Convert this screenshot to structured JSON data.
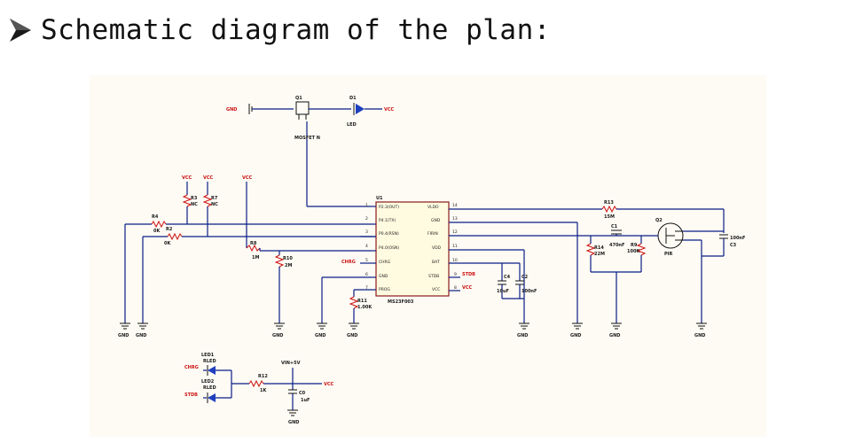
{
  "heading": {
    "title": "Schematic diagram of the plan:",
    "bullet_icon": "arrow-bullet-icon"
  },
  "schematic": {
    "ic": {
      "ref": "U1",
      "part": "MS23F003",
      "left_pins": [
        "P2.3(OUT)",
        "P4.1(TX)",
        "P0.4(RSN)",
        "P4.0(OSN)",
        "CHRG",
        "GND",
        "PROG"
      ],
      "left_pin_numbers": [
        "1",
        "2",
        "3",
        "4",
        "5",
        "6",
        "7"
      ],
      "right_pins": [
        "VLDO",
        "GND",
        "FIRIN",
        "VDD",
        "BAT",
        "STDB",
        "VCC"
      ],
      "right_pin_numbers": [
        "14",
        "13",
        "12",
        "11",
        "10",
        "9",
        "8"
      ]
    },
    "labels": {
      "q1": "Q1",
      "q1_part": "MOSFET N",
      "d1": "D1",
      "d1_part": "LED",
      "gnd_top": "GND",
      "vcc": "VCC",
      "r4": "R4",
      "r4_val": "0K",
      "r2": "R2",
      "r2_val": "0K",
      "r3": "R3",
      "r3_val": "NC",
      "r7": "R7",
      "r7_val": "NC",
      "r8": "R8",
      "r8_val": "1M",
      "r10": "R10",
      "r10_val": "2M",
      "r11": "R11",
      "r11_val": "1.00K",
      "r13": "R13",
      "r13_val": "15M",
      "r14": "R14",
      "r14_val": "22M",
      "r9": "R9",
      "r9_val": "100K",
      "c1": "C1",
      "c1_val": "470nF",
      "c4": "C4",
      "c4_val": "10uF",
      "c2": "C2",
      "c2_val": "100nF",
      "c3": "C3",
      "c3_val": "100nF",
      "q2": "Q2",
      "q2_part": "PIR",
      "chrg_net": "CHRG",
      "stdb_net": "STDB",
      "gnd": "GND",
      "led1": "LED1",
      "led2": "LED2",
      "led_part": "RLED",
      "r12": "R12",
      "r12_val": "1K",
      "c0": "C0",
      "c0_val": "1uF",
      "vin": "VIN+5V"
    }
  }
}
